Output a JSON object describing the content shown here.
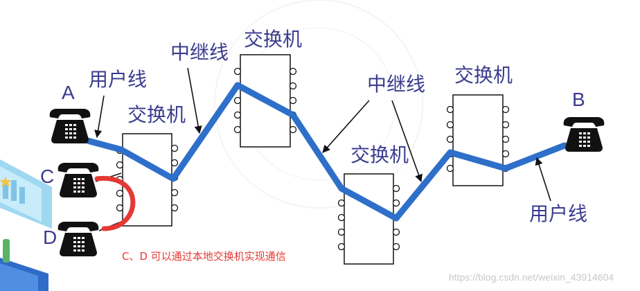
{
  "labels": {
    "user_line_left": "用户线",
    "user_line_right": "用户线",
    "trunk_line_1": "中继线",
    "trunk_line_2": "中继线",
    "switch_1": "交换机",
    "switch_2": "交换机",
    "switch_3": "交换机",
    "switch_4": "交换机"
  },
  "terminals": {
    "a": "A",
    "b": "B",
    "c": "C",
    "d": "D"
  },
  "note": "C、D 可以通过本地交换机实现通信",
  "watermark": "https://blog.csdn.net/weixin_43914604",
  "colors": {
    "path": "#2e6fc9",
    "local_link": "#e53935",
    "label": "#3b3c8e",
    "phone": "#111111"
  }
}
